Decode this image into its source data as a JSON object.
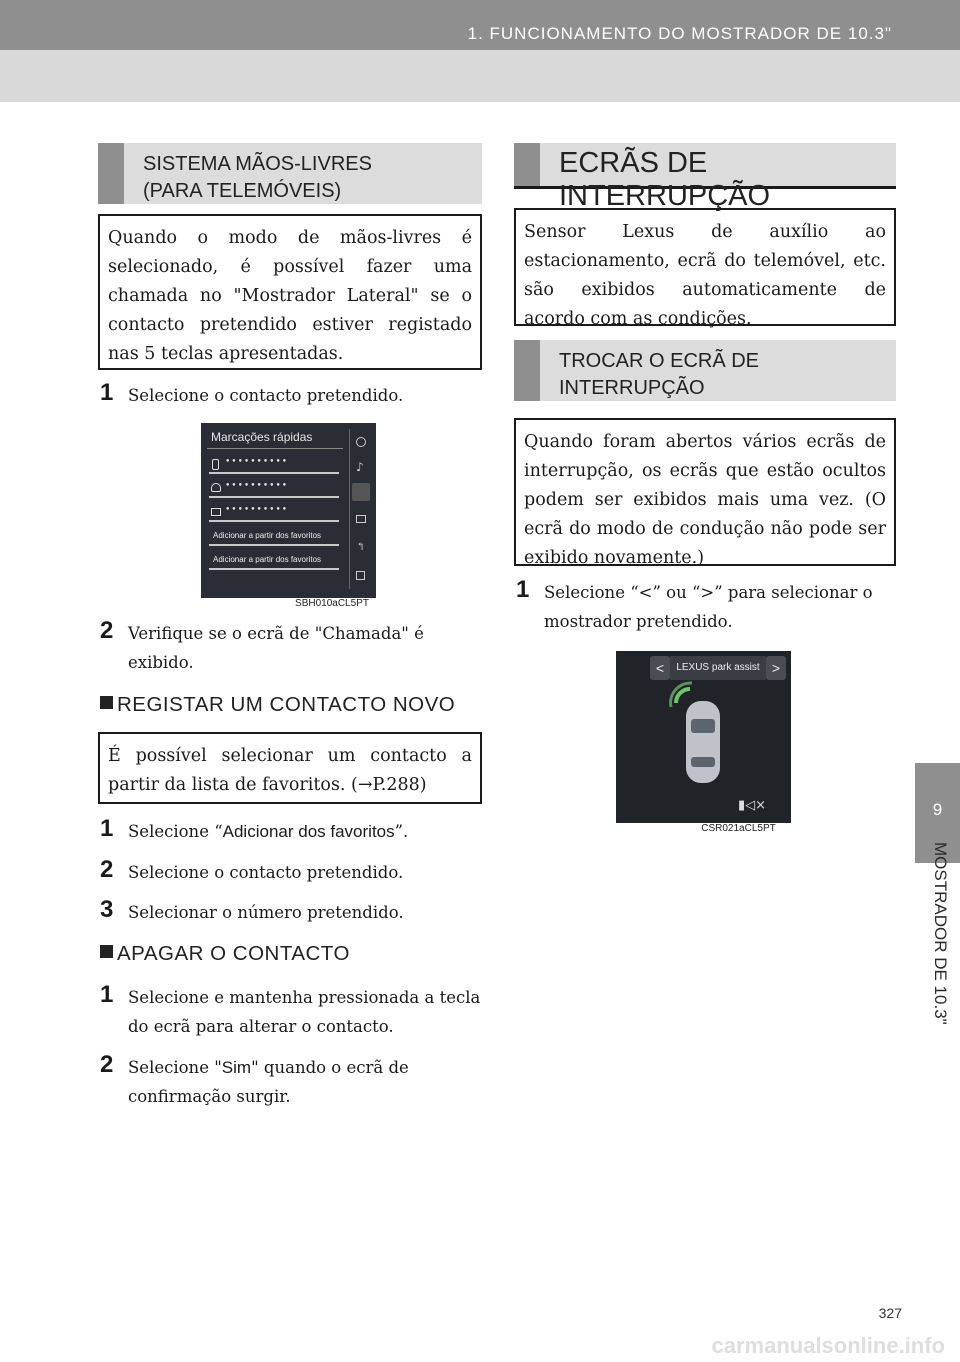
{
  "header": {
    "title": "1. FUNCIONAMENTO DO MOSTRADOR DE 10.3\""
  },
  "side_tab": {
    "number": "9",
    "label": "MOSTRADOR DE 10.3\""
  },
  "left": {
    "section_title_line1": "SISTEMA MÃOS-LIVRES",
    "section_title_line2": "(PARA TELEMÓVEIS)",
    "intro": "Quando o modo de mãos-livres é selecionado, é possível fazer uma chamada no \"Mostrador Lateral\" se o contacto pretendido estiver registado nas 5 teclas apresentadas.",
    "step1_num": "1",
    "step1_text": "Selecione o contacto pretendido.",
    "screenshot1": {
      "title": "Marcações rápidas",
      "contacts": [
        "••••••••••",
        "••••••••••",
        "••••••••••"
      ],
      "add_label_1": "Adicionar a partir dos favoritos",
      "add_label_2": "Adicionar a partir dos favoritos",
      "icons": [
        "nav-icon",
        "music-icon",
        "phone-icon",
        "image-icon",
        "share-icon",
        "square-icon"
      ],
      "code": "SBH010aCL5PT"
    },
    "step2_num": "2",
    "step2_text": "Verifique se o ecrã de \"Chamada\" é exibido.",
    "register_heading": "REGISTAR UM CONTACTO NOVO",
    "register_box": "É possível selecionar um contacto a partir da lista de favoritos. (→P.288)",
    "reg1_num": "1",
    "reg1_pre": "Selecione “",
    "reg1_ui": "Adicionar dos favoritos",
    "reg1_post": "”.",
    "reg2_num": "2",
    "reg2_text": "Selecione o contacto pretendido.",
    "reg3_num": "3",
    "reg3_text": "Selecionar o número pretendido.",
    "delete_heading": "APAGAR O CONTACTO",
    "del1_num": "1",
    "del1_text": "Selecione e mantenha pressionada a tecla do ecrã para alterar o contacto.",
    "del2_num": "2",
    "del2_pre": "Selecione \"",
    "del2_ui": "Sim",
    "del2_post": "\" quando o ecrã de confirmação surgir."
  },
  "right": {
    "section_title": "ECRÃS DE INTERRUPÇÃO",
    "intro": "Sensor Lexus de auxílio ao estacionamento, ecrã do telemóvel, etc. são exibidos automaticamente de acordo com as condições.",
    "sub_title_line1": "TROCAR O ECRÃ DE",
    "sub_title_line2": "INTERRUPÇÃO",
    "sub_box": "Quando foram abertos vários ecrãs de interrupção, os ecrãs que estão ocultos podem ser exibidos mais uma vez. (O ecrã do modo de condução não pode ser exibido novamente.)",
    "step1_num": "1",
    "step1_text": "Selecione “<” ou “>” para selecionar o mostrador pretendido.",
    "screenshot2": {
      "prev": "<",
      "title": "LEXUS park assist",
      "next": ">",
      "code": "CSR021aCL5PT"
    }
  },
  "page_number": "327",
  "watermark": "carmanualsonline.info"
}
